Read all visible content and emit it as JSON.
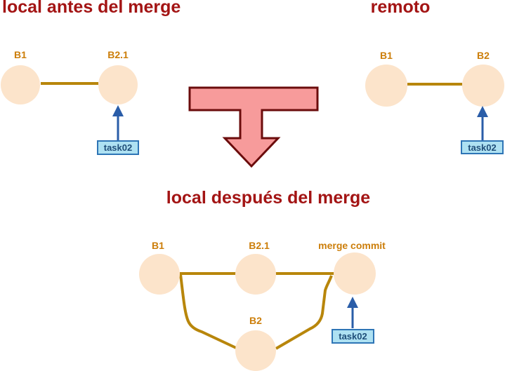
{
  "colors": {
    "title_text": "#A31414",
    "node_fill": "#FCE4CB",
    "node_label": "#CC7E0A",
    "edge": "#B8860B",
    "big_arrow_fill": "#F79B9B",
    "big_arrow_border": "#6B0C0C",
    "tag_fill": "#AEE1F2",
    "tag_border": "#2E75B6",
    "tag_text": "#1F4E79",
    "pointer_blue": "#2A5DA8"
  },
  "panels": {
    "local_before": {
      "title": "local antes del merge",
      "nodes": [
        {
          "label": "B1"
        },
        {
          "label": "B2.1"
        }
      ],
      "tag": "task02"
    },
    "remote": {
      "title": "remoto",
      "nodes": [
        {
          "label": "B1"
        },
        {
          "label": "B2"
        }
      ],
      "tag": "task02"
    },
    "local_after": {
      "title": "local después del merge",
      "nodes": [
        {
          "label": "B1"
        },
        {
          "label": "B2.1"
        },
        {
          "label": "merge commit"
        },
        {
          "label": "B2"
        }
      ],
      "tag": "task02"
    }
  }
}
